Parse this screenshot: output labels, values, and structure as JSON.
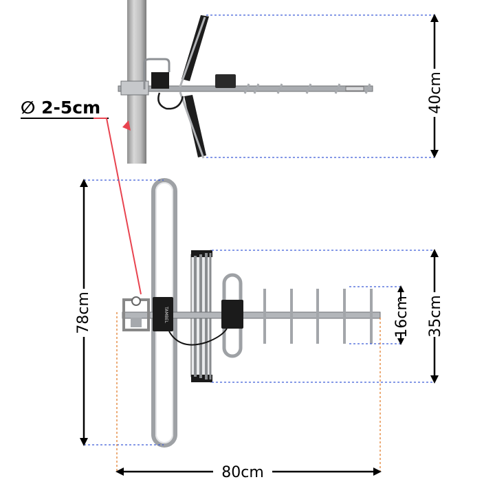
{
  "diagram": {
    "mast_diameter_label": "∅ 2-5cm",
    "top_view_height_label": "40cm",
    "front_view_height_label": "78cm",
    "panel_height_label": "35cm",
    "element_height_label": "16cm",
    "total_length_label": "80cm",
    "brand_text": "TAMBEL",
    "colors": {
      "blue_guide": "#3b5bd6",
      "orange_guide": "#e0741e",
      "red_pointer": "#e8434f",
      "metal": "#b9bcc0",
      "dark": "#1a1a1a"
    }
  }
}
